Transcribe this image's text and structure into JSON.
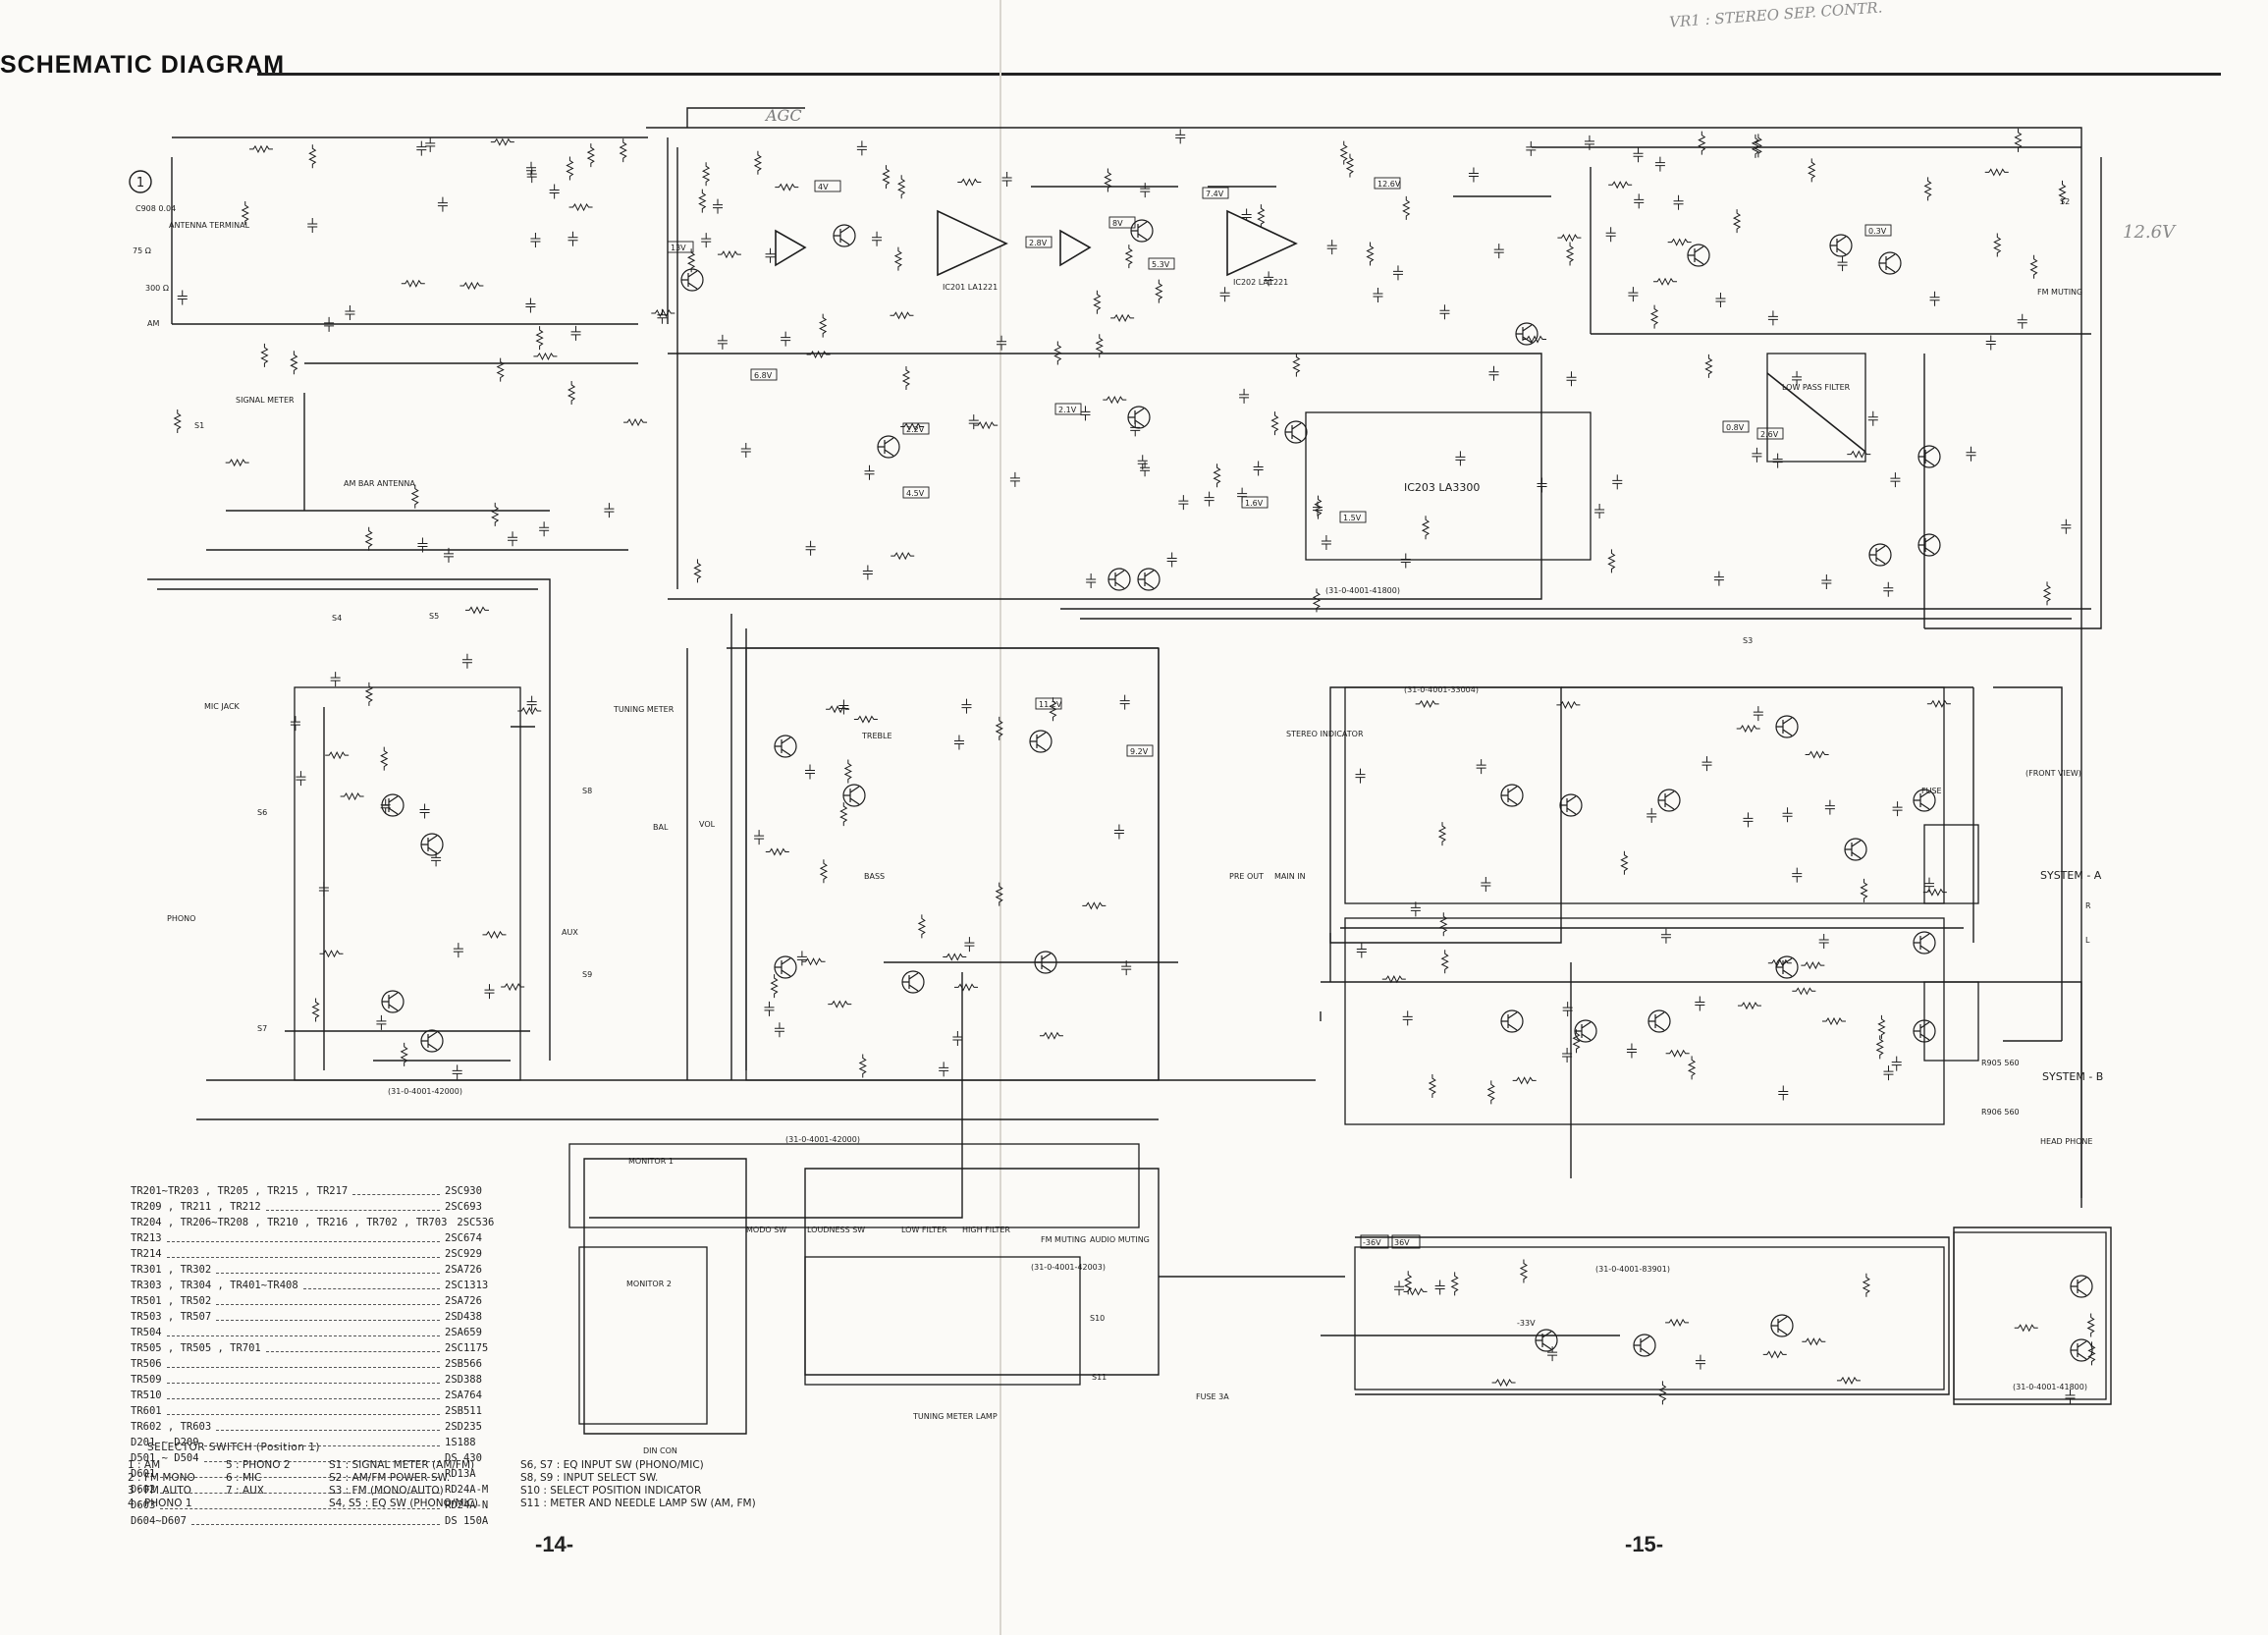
{
  "header": {
    "title": "SCHEMATIC DIAGRAM",
    "handwritten_note": "VR1 : STEREO SEP. CONTR.",
    "handwritten_voltage": "12.6V",
    "agc_note": "AGC"
  },
  "pages": {
    "left": "-14-",
    "right": "-15-"
  },
  "left_labels": {
    "item_number": "1",
    "c908": "C908 0.04",
    "antenna_terminal": "ANTENNA TERMINAL",
    "ohm75": "75 Ω",
    "ohm300": "300 Ω",
    "am": "AM",
    "signal_meter": "SIGNAL METER",
    "am_bar_antenna": "AM BAR ANTENNA",
    "mic_jack": "MIC JACK",
    "phono": "PHONO",
    "s1": "S1",
    "s4": "S4",
    "s5": "S5",
    "s6": "S6",
    "s7": "S7",
    "s8": "S8",
    "s9": "S9",
    "tuning_meter": "TUNING METER",
    "aux": "AUX",
    "pcb_eq": "(31-0-4001-42000)"
  },
  "top_blocks": {
    "ic201": "IC201 LA1221",
    "ic202": "IC202 LA1221",
    "ic203": "IC203 LA3300",
    "low_pass_filter": "LOW PASS FILTER",
    "fm_muting": "FM MUTING",
    "s2": "S2",
    "s3": "S3",
    "pcb_tuner": "(31-0-4001-41800)",
    "voltages": [
      "0.3V",
      "0.8V",
      "1.5V",
      "1.6V",
      "2.1V",
      "2.2V",
      "2.6V",
      "2.8V",
      "4V",
      "4.5V",
      "5.3V",
      "6.8V",
      "7.4V",
      "8V",
      "9.2V",
      "11.2V",
      "12.6V",
      "13V"
    ]
  },
  "mid_labels": {
    "treble": "TREBLE",
    "bass": "BASS",
    "bal": "BAL",
    "vol": "VOL",
    "pcb_tone": "(31-0-4001-42000)",
    "stereo_indicator": "STEREO INDICATOR",
    "pre_out": "PRE OUT",
    "main_in": "MAIN IN",
    "pcb_amp": "(31-0-4001-33004)",
    "fuse": "FUSE",
    "front_view": "(FRONT VIEW)",
    "system_a": "SYSTEM - A",
    "system_b": "SYSTEM - B",
    "head_phone": "HEAD PHONE",
    "r": "R",
    "l": "L",
    "r905": "R905 560",
    "r906": "R906 560"
  },
  "bottom_labels": {
    "monitor1": "MONITOR 1",
    "monitor2": "MONITOR 2",
    "modo_sw": "MODO SW",
    "loudness_sw": "LOUDNESS SW",
    "low_filter": "LOW FILTER",
    "high_filter": "HIGH FILTER",
    "fm_muting": "FM MUTING",
    "audio_muting": "AUDIO MUTING",
    "pcb_switch": "(31-0-4001-42003)",
    "s10": "S10",
    "s11": "S11",
    "tuning_meter_lamp": "TUNING METER LAMP",
    "din_con": "DIN CON",
    "fuse_3a": "FUSE 3A",
    "pcb_power": "(31-0-4001-83901)",
    "pcb_meter": "(31-0-4001-41800)",
    "v_neg36": "-36V",
    "v_pos36": "36V",
    "v_neg33": "-33V"
  },
  "transistors": [
    {
      "name": "TR201~TR203 , TR205 , TR215 , TR217",
      "part": "2SC930"
    },
    {
      "name": "TR209 , TR211 , TR212",
      "part": "2SC693"
    },
    {
      "name": "TR204 , TR206~TR208 , TR210 , TR216 , TR702 , TR703",
      "part": "2SC536"
    },
    {
      "name": "TR213",
      "part": "2SC674"
    },
    {
      "name": "TR214",
      "part": "2SC929"
    },
    {
      "name": "TR301 , TR302",
      "part": "2SA726"
    },
    {
      "name": "TR303 , TR304 , TR401~TR408",
      "part": "2SC1313"
    },
    {
      "name": "TR501 , TR502",
      "part": "2SA726"
    },
    {
      "name": "TR503 , TR507",
      "part": "2SD438"
    },
    {
      "name": "TR504",
      "part": "2SA659"
    },
    {
      "name": "TR505 , TR505 , TR701",
      "part": "2SC1175"
    },
    {
      "name": "TR506",
      "part": "2SB566"
    },
    {
      "name": "TR509",
      "part": "2SD388"
    },
    {
      "name": "TR510",
      "part": "2SA764"
    },
    {
      "name": "TR601",
      "part": "2SB511"
    },
    {
      "name": "TR602 , TR603",
      "part": "2SD235"
    },
    {
      "name": "D201 ~ D209",
      "part": "1S188"
    },
    {
      "name": "D501 ~ D504",
      "part": "DS 430"
    },
    {
      "name": "D601",
      "part": "RD13A"
    },
    {
      "name": "D602",
      "part": "RD24A-M"
    },
    {
      "name": "D603",
      "part": "RD24A-N"
    },
    {
      "name": "D604~D607",
      "part": "DS 150A"
    }
  ],
  "selector": {
    "title": "SELECTOR SWITCH  (Position 1)",
    "positions_a": [
      "1 : AM",
      "2 : FM MONO",
      "3 : FM AUTO",
      "4 : PHONO 1"
    ],
    "positions_b": [
      "5 : PHONO 2",
      "6 : MIC",
      "7 : AUX"
    ],
    "switches_a": [
      "S1 : SIGNAL METER (AM/FM)",
      "S2 : AM/FM POWER SW.",
      "S3 : FM (MONO/AUTO)",
      "S4, S5 : EQ SW (PHONO/MIC)"
    ],
    "switches_b": [
      "S6, S7 : EQ INPUT SW (PHONO/MIC)",
      "S8, S9 : INPUT SELECT SW.",
      "S10 : SELECT POSITION INDICATOR",
      "S11 : METER AND NEEDLE LAMP SW (AM, FM)"
    ]
  },
  "colors": {
    "ink": "#1d1d1d",
    "paper": "#fbfaf7",
    "pencil": "#8a8a8a"
  }
}
